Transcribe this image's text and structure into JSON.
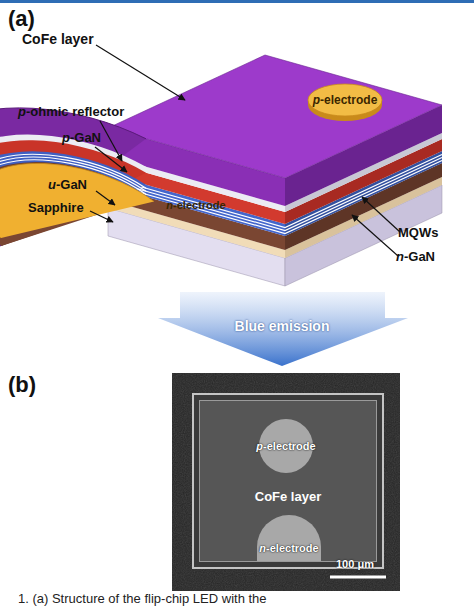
{
  "diagram": {
    "caption": "1. (a) Structure of the flip-chip LED with the",
    "nodes": [
      {
        "text": [
          "p-electrode"
        ]
      },
      {
        "text": [
          "n-electrode"
        ]
      },
      {
        "text": [
          "Blue emission"
        ]
      },
      {
        "text": [
          "CoFe layer"
        ]
      },
      {
        "text": [
          "p-electrode"
        ],
        "in": 3
      },
      {
        "text": [
          "n-electrode"
        ],
        "in": 3
      }
    ],
    "labels": [
      "(a)",
      "CoFe layer",
      "p-ohmic reflector",
      "p-GaN",
      "u-GaN",
      "Sapphire",
      "MQWs",
      "n-GaN",
      "(b)",
      "100 μm"
    ]
  }
}
